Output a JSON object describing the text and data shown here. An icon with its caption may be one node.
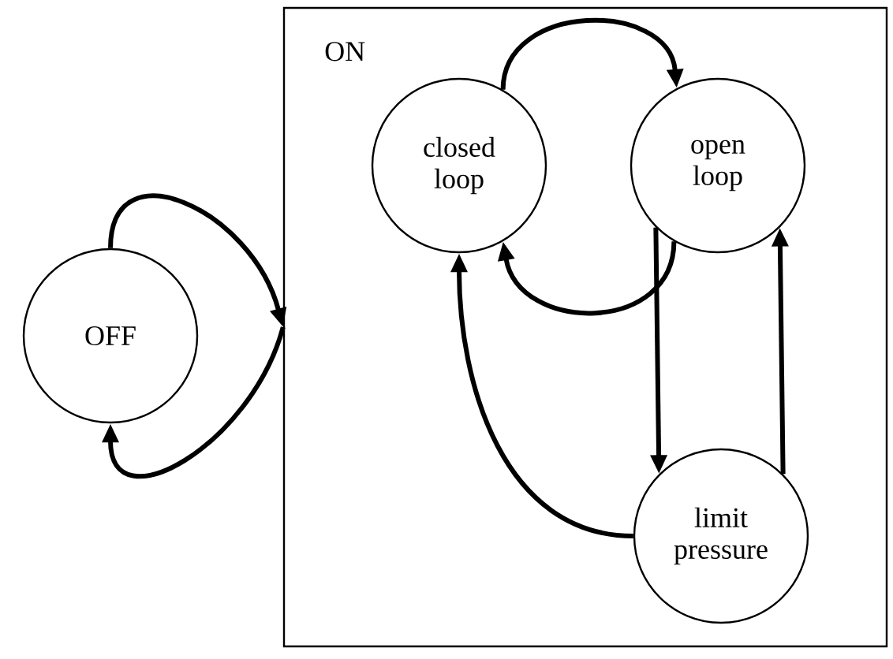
{
  "diagram": {
    "nodes": [
      {
        "text": [
          "OFF"
        ]
      },
      {
        "text": [
          "ON"
        ]
      },
      {
        "text": [
          "closed loop"
        ],
        "in": 1
      },
      {
        "text": [
          "open loop"
        ],
        "in": 1
      },
      {
        "text": [
          "limit pressure"
        ],
        "in": 1
      }
    ],
    "edges": [
      {
        "from": 0,
        "to": 1,
        "arrow": "to"
      },
      {
        "from": 1,
        "to": 0,
        "arrow": "to"
      },
      {
        "from": 2,
        "to": 3,
        "arrow": "to"
      },
      {
        "from": 3,
        "to": 2,
        "arrow": "to"
      },
      {
        "from": 3,
        "to": 4,
        "arrow": "to"
      },
      {
        "from": 4,
        "to": 3,
        "arrow": "to"
      },
      {
        "from": 4,
        "to": 2,
        "arrow": "to"
      }
    ]
  }
}
